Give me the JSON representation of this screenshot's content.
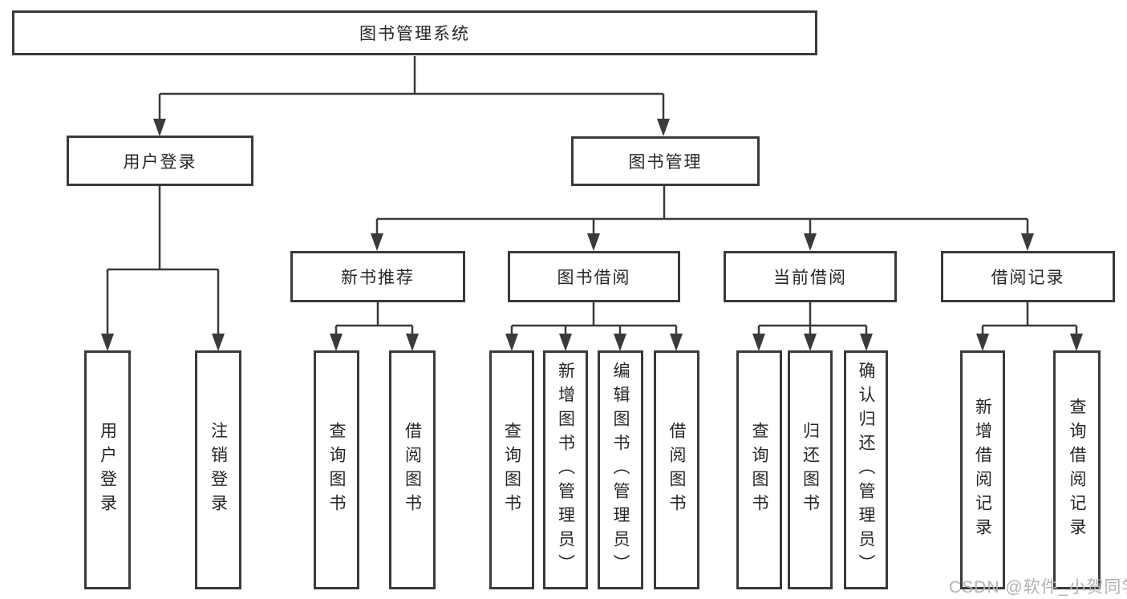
{
  "diagram": {
    "type": "tree",
    "title": "图书管理系统",
    "colors": {
      "line": "#3a3a3a",
      "box_border": "#3a3a3a",
      "text": "#262626",
      "background": "#ffffff",
      "watermark": "#b2b2b2"
    },
    "nodes": {
      "root": "图书管理系统",
      "user_login": "用户登录",
      "book_mgmt": "图书管理",
      "new_book_rec": "新书推荐",
      "book_borrow": "图书借阅",
      "current_borrow": "当前借阅",
      "borrow_record": "借阅记录",
      "leaf_user_login": "用户登录",
      "leaf_logout": "注销登录",
      "leaf_query_book_a": "查询图书",
      "leaf_borrow_book_a": "借阅图书",
      "leaf_query_book_b": "查询图书",
      "leaf_add_book_admin": "新增图书（管理员）",
      "leaf_edit_book_admin": "编辑图书（管理员）",
      "leaf_borrow_book_b": "借阅图书",
      "leaf_query_book_c": "查询图书",
      "leaf_return_book": "归还图书",
      "leaf_confirm_return_admin": "确认归还（管理员）",
      "leaf_add_borrow_record": "新增借阅记录",
      "leaf_query_borrow_record": "查询借阅记录"
    },
    "hierarchy": {
      "图书管理系统": {
        "用户登录": [
          "用户登录",
          "注销登录"
        ],
        "图书管理": {
          "新书推荐": [
            "查询图书",
            "借阅图书"
          ],
          "图书借阅": [
            "查询图书",
            "新增图书（管理员）",
            "编辑图书（管理员）",
            "借阅图书"
          ],
          "当前借阅": [
            "查询图书",
            "归还图书",
            "确认归还（管理员）"
          ],
          "借阅记录": [
            "新增借阅记录",
            "查询借阅记录"
          ]
        }
      }
    }
  },
  "watermark": "CSDN @软件_小贺同学"
}
